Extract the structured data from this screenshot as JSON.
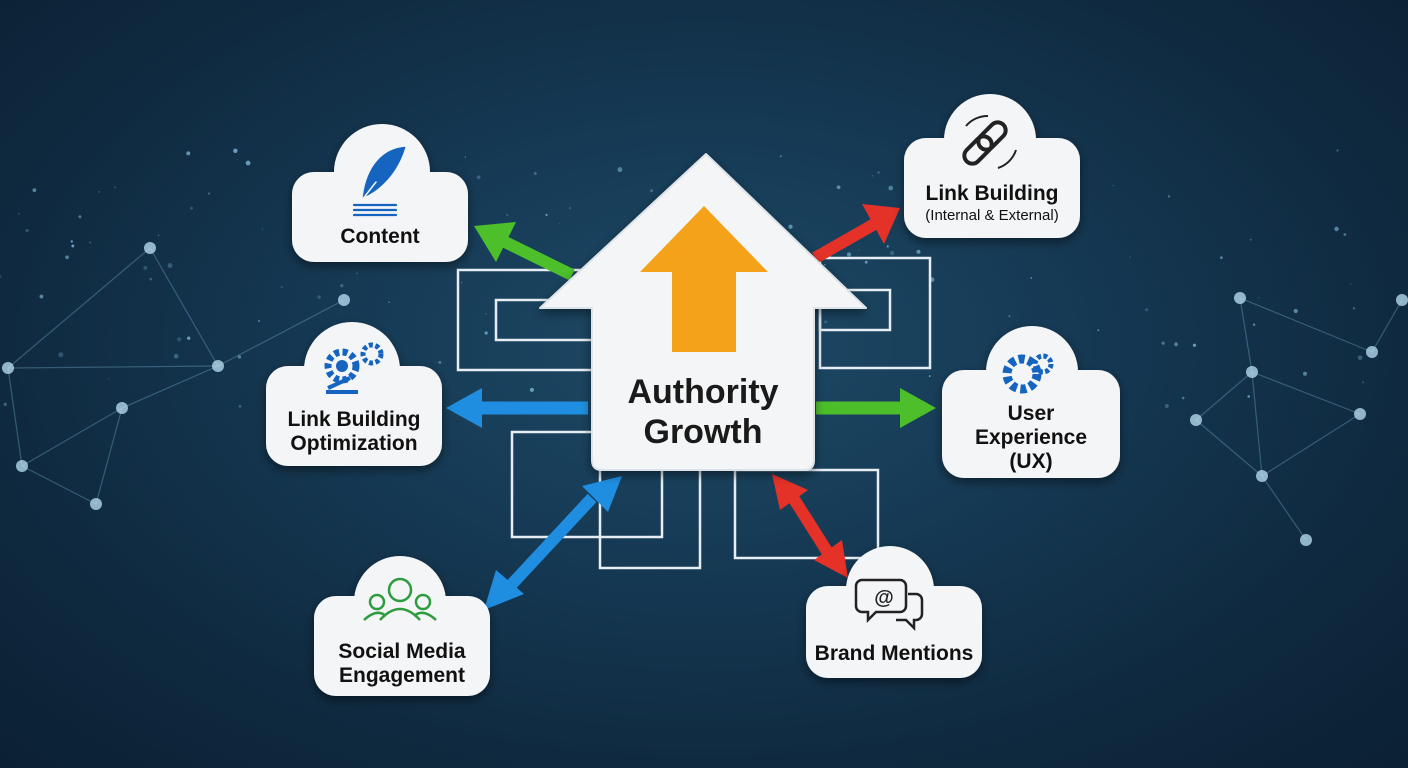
{
  "center": {
    "title_line1": "Authority",
    "title_line2": "Growth"
  },
  "nodes": {
    "content": {
      "label": "Content",
      "icon": "quill-icon"
    },
    "link_building": {
      "label": "Link Building",
      "sublabel": "(Internal & External)",
      "icon": "chain-link-icon"
    },
    "link_building_optimization": {
      "label_line1": "Link Building",
      "label_line2": "Optimization",
      "icon": "gears-icon"
    },
    "user_experience": {
      "label_line1": "User",
      "label_line2": "Experience",
      "label_line3": "(UX)",
      "icon": "gear-icon"
    },
    "social_media": {
      "label_line1": "Social Media",
      "label_line2": "Engagement",
      "icon": "people-icon"
    },
    "brand_mentions": {
      "label": "Brand Mentions",
      "icon": "chat-bubbles-icon"
    }
  },
  "colors": {
    "green_arrow": "#4cbf2a",
    "red_arrow": "#e53228",
    "blue_arrow": "#1f8ee0",
    "orange_arrow": "#f5a21b",
    "icon_blue": "#1565c0",
    "icon_green": "#2e9c3e"
  }
}
